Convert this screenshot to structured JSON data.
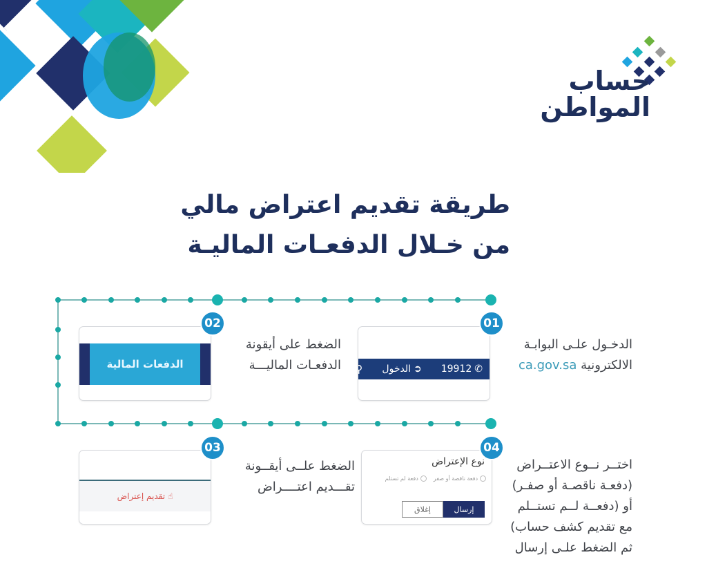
{
  "logo": {
    "line1": "حساب",
    "line2": "المواطن"
  },
  "title": {
    "line1": "طريقة تقديم اعتراض مالي",
    "line2": "من خـلال الدفعـات الماليـة"
  },
  "colors": {
    "navy": "#1e2f5c",
    "teal": "#1ab3b0",
    "badge_blue": "#1e8fc9",
    "lime": "#c3d64a",
    "sky": "#1fa4e0",
    "green": "#6db43f"
  },
  "steps": [
    {
      "number": "01",
      "text_line1": "الدخـول علـى البوابـة",
      "text_line2_prefix": "الالكترونية",
      "link": "ca.gov.sa",
      "card": {
        "phone_icon": "phone-icon",
        "phone": "19912",
        "login_icon": "login-icon",
        "login": "الدخول",
        "search_icon": "search-icon"
      }
    },
    {
      "number": "02",
      "text_line1": "الضغط على أيقونة",
      "text_line2": "الدفعـات الماليـــة",
      "card": {
        "button": "الدفعات المالية"
      }
    },
    {
      "number": "03",
      "text_line1": "الضغط علــى أيقــونة",
      "text_line2": "تقـــديم اعتــــراض",
      "card": {
        "hand_icon": "hand-pointer-icon",
        "button": "تقديم إعتراض"
      }
    },
    {
      "number": "04",
      "text_lines": [
        "اختــر نــوع الاعتــراض",
        "(دفعـة ناقصـة أو صفـر)",
        "أو (دفعــة لــم تستــلم",
        "مع تقديم كشف حساب)",
        "ثم الضغط علـى إرسال"
      ],
      "card": {
        "title": "نوع الإعتراض",
        "options": [
          "دفعة ناقصة أو صفر",
          "دفعة لم تستلم"
        ],
        "send": "إرسال",
        "close": "إغلاق"
      }
    }
  ]
}
